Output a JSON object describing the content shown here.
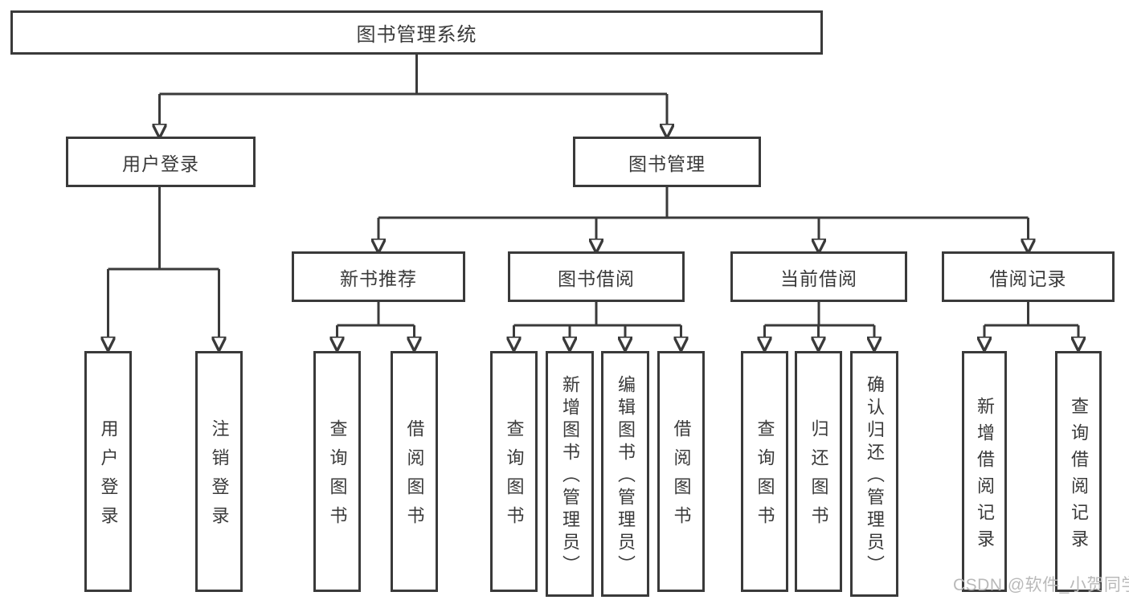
{
  "tree": {
    "label": "图书管理系统",
    "children": [
      {
        "label": "用户登录",
        "children": [
          {
            "label": "用户登录"
          },
          {
            "label": "注销登录"
          }
        ]
      },
      {
        "label": "图书管理",
        "children": [
          {
            "label": "新书推荐",
            "children": [
              {
                "label": "查询图书"
              },
              {
                "label": "借阅图书"
              }
            ]
          },
          {
            "label": "图书借阅",
            "children": [
              {
                "label": "查询图书"
              },
              {
                "label": "新增图书（管理员）"
              },
              {
                "label": "编辑图书（管理员）"
              },
              {
                "label": "借阅图书"
              }
            ]
          },
          {
            "label": "当前借阅",
            "children": [
              {
                "label": "查询图书"
              },
              {
                "label": "归还图书"
              },
              {
                "label": "确认归还（管理员）"
              }
            ]
          },
          {
            "label": "借阅记录",
            "children": [
              {
                "label": "新增借阅记录"
              },
              {
                "label": "查询借阅记录"
              }
            ]
          }
        ]
      }
    ]
  },
  "watermark": {
    "text": "CSDN @软件_小贺同学"
  },
  "colors": {
    "line": "#3a3a3a",
    "text": "#3a3a3a",
    "box_background": "#ffffff",
    "watermark": "#b9b9b9",
    "page_background": "#ffffff"
  }
}
